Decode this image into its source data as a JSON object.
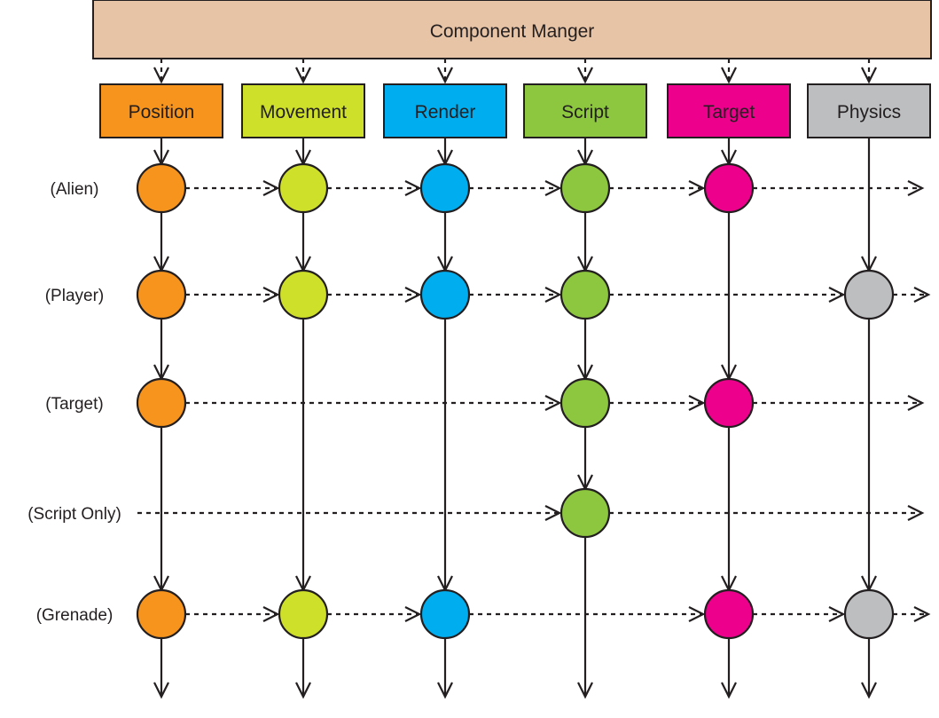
{
  "manager": {
    "label": "Component Manger",
    "color": "#e8c4a6"
  },
  "components": [
    {
      "id": "position",
      "label": "Position",
      "color": "#f7941d"
    },
    {
      "id": "movement",
      "label": "Movement",
      "color": "#cfe02a"
    },
    {
      "id": "render",
      "label": "Render",
      "color": "#00aeef"
    },
    {
      "id": "script",
      "label": "Script",
      "color": "#8dc63f"
    },
    {
      "id": "target",
      "label": "Target",
      "color": "#ec008c"
    },
    {
      "id": "physics",
      "label": "Physics",
      "color": "#bcbec0"
    }
  ],
  "entities": [
    {
      "id": "alien",
      "label": "(Alien)",
      "components": [
        "position",
        "movement",
        "render",
        "script",
        "target"
      ]
    },
    {
      "id": "player",
      "label": "(Player)",
      "components": [
        "position",
        "movement",
        "render",
        "script",
        "physics"
      ]
    },
    {
      "id": "target",
      "label": "(Target)",
      "components": [
        "position",
        "script",
        "target"
      ]
    },
    {
      "id": "script-only",
      "label": "(Script Only)",
      "components": [
        "script"
      ]
    },
    {
      "id": "grenade",
      "label": "(Grenade)",
      "components": [
        "position",
        "movement",
        "render",
        "target",
        "physics"
      ]
    }
  ]
}
